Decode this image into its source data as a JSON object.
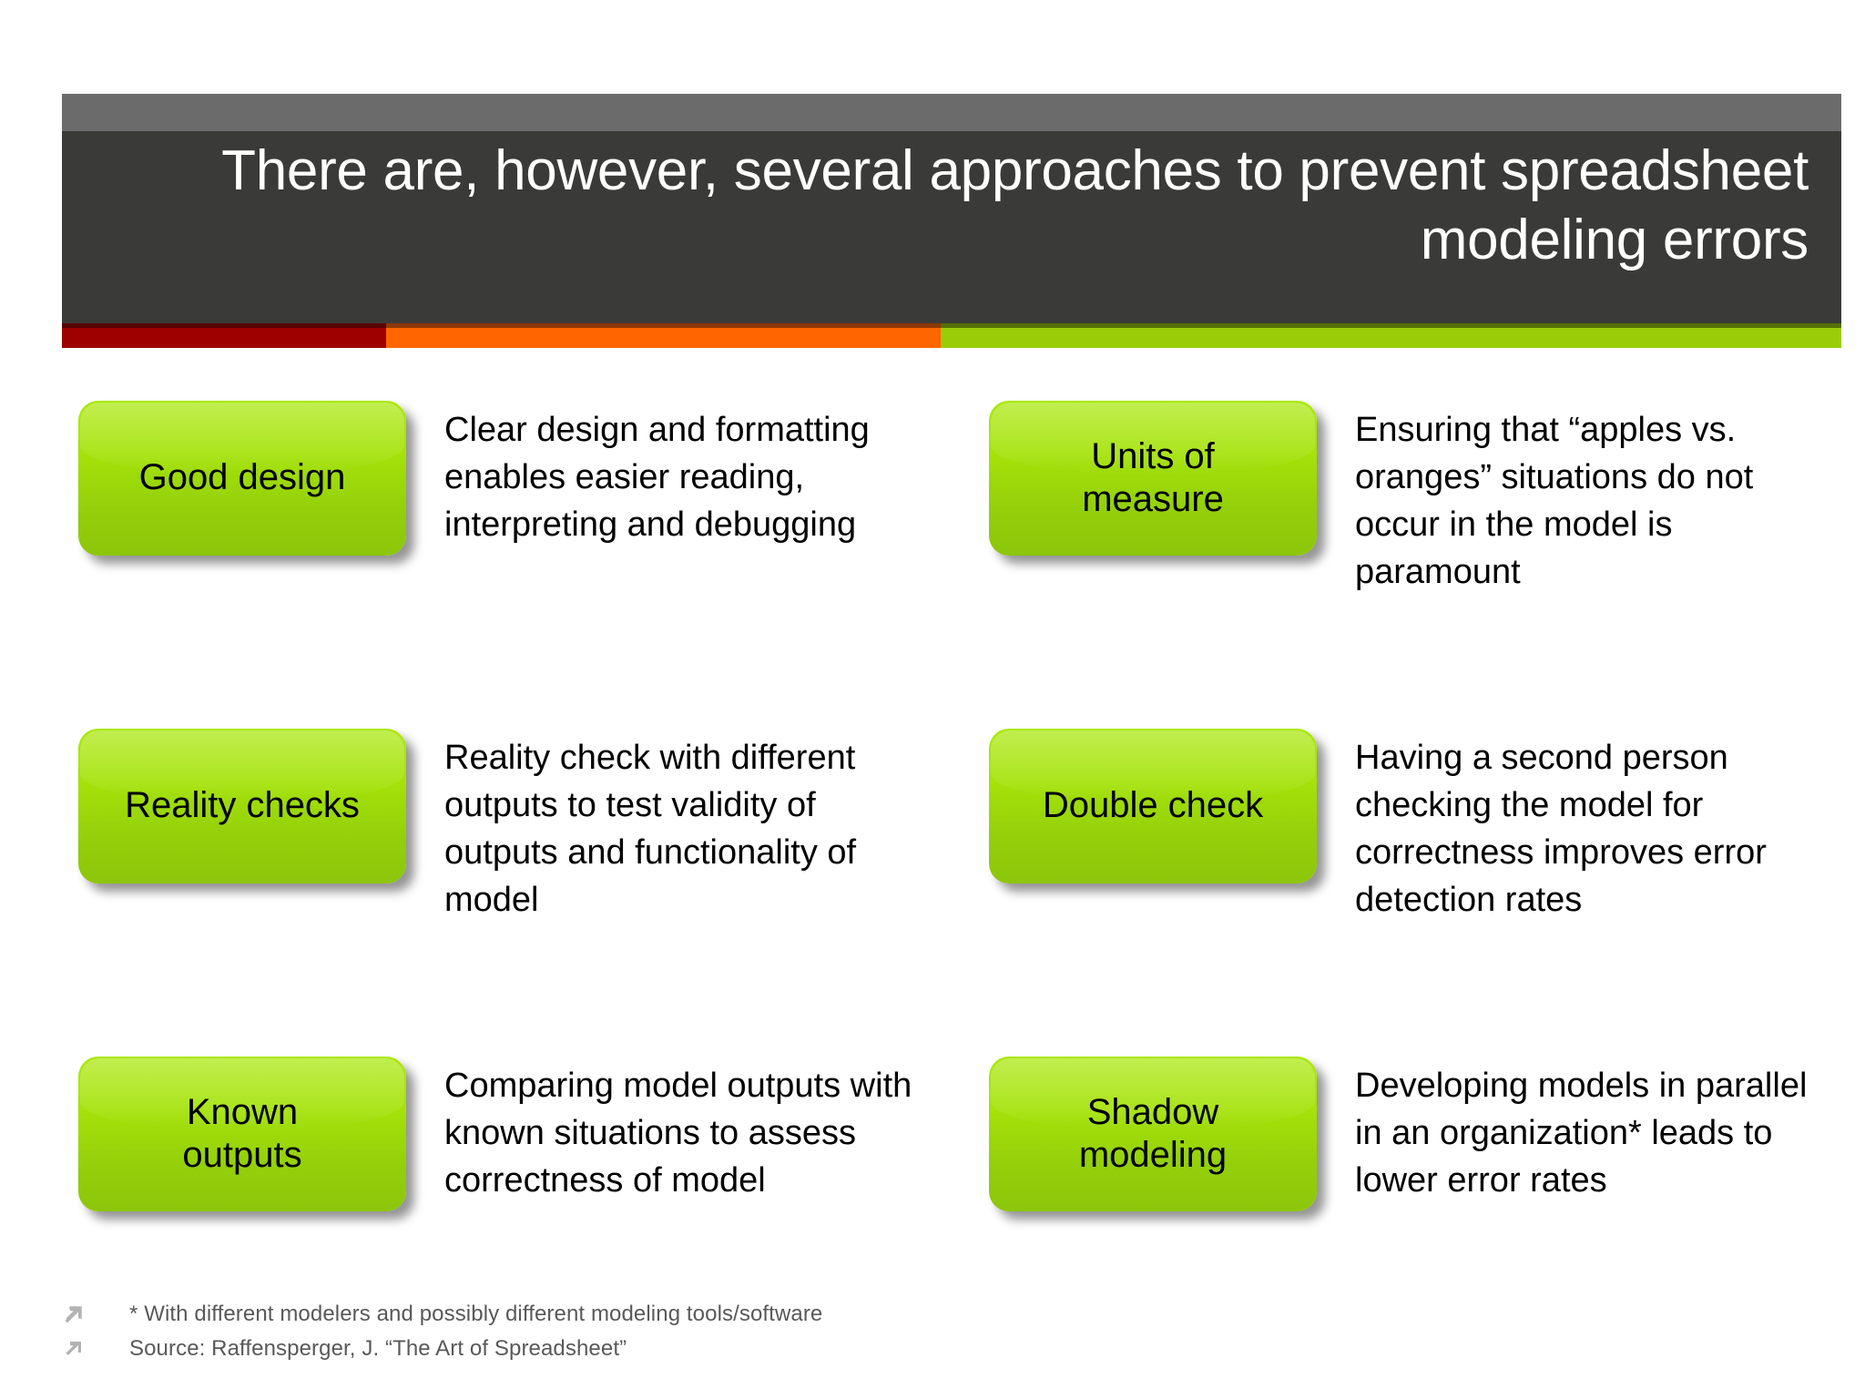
{
  "slide": {
    "title": "There are, however, several approaches to prevent spreadsheet modeling errors",
    "background_color": "#ffffff"
  },
  "header": {
    "top_strip_color": "#6b6b6b",
    "body_color": "#3a3a39",
    "title_color": "#ffffff",
    "accent_bar": [
      {
        "name": "red-segment",
        "color": "#9e0000",
        "width_pct": 18.2
      },
      {
        "name": "orange-segment",
        "color": "#ff6600",
        "width_pct": 31.2
      },
      {
        "name": "green-segment",
        "color": "#9acd08",
        "width_pct": 50.6
      }
    ]
  },
  "approaches": [
    {
      "id": "good-design",
      "chip_label": "Good design",
      "description": "Clear design and formatting enables easier reading, interpreting and debugging",
      "column": "left",
      "row": 1
    },
    {
      "id": "units-of-measure",
      "chip_label": "Units of\nmeasure",
      "description": "Ensuring that “apples vs. oranges” situations do not occur in the model is paramount",
      "column": "right",
      "row": 1
    },
    {
      "id": "reality-checks",
      "chip_label": "Reality checks",
      "description": "Reality check with different outputs to test validity of outputs and functionality of model",
      "column": "left",
      "row": 2
    },
    {
      "id": "double-check",
      "chip_label": "Double check",
      "description": "Having a second person checking the model for correctness improves error detection rates",
      "column": "right",
      "row": 2
    },
    {
      "id": "known-outputs",
      "chip_label": "Known\noutputs",
      "description": "Comparing model outputs with known situations to assess correctness of model",
      "column": "left",
      "row": 3
    },
    {
      "id": "shadow-modeling",
      "chip_label": "Shadow\nmodeling",
      "description": "Developing models in parallel in an organization* leads to lower error rates",
      "column": "right",
      "row": 3
    }
  ],
  "chip_style": {
    "fill_top": "#a9e80b",
    "fill_bottom": "#8cc60b",
    "text_color": "#000000"
  },
  "footnotes": [
    {
      "marker": "arrow-up-right-icon",
      "text": "* With different modelers and possibly different modeling tools/software"
    },
    {
      "marker": "arrow-up-right-icon",
      "text": "Source:  Raffensperger, J. “The Art of Spreadsheet”"
    }
  ],
  "footnote_color": "#595959"
}
